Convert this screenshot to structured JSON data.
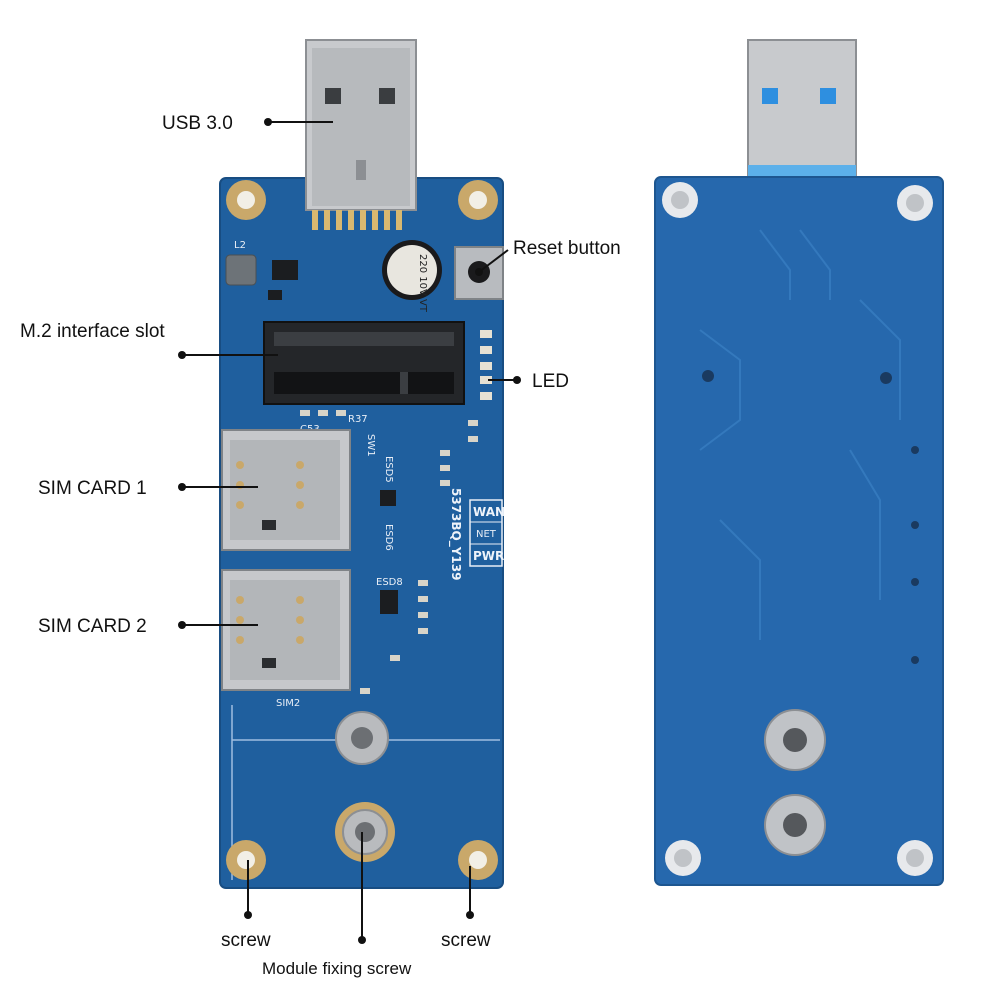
{
  "callouts": {
    "usb": "USB 3.0",
    "reset": "Reset button",
    "m2": "M.2 interface slot",
    "led": "LED",
    "sim1": "SIM CARD 1",
    "sim2": "SIM CARD 2",
    "screw_left": "screw",
    "screw_right": "screw",
    "module_screw": "Module fixing screw"
  },
  "silkscreen": {
    "wan": "WAN",
    "net": "NET",
    "pwr": "PWR",
    "code": "5373BQ_Y139",
    "sim2": "SIM2",
    "cap": "220 10V VT",
    "esd5": "ESD5",
    "esd6": "ESD6",
    "esd8": "ESD8",
    "sw1": "SW1",
    "r37": "R37",
    "c53": "C53",
    "l2": "L2"
  },
  "colors": {
    "pcb": "#1f5f9e",
    "pcb_back": "#2668ad",
    "pad_gold": "#c9a86a",
    "metal": "#c4c6c9",
    "usb_blue": "#2e8fe0",
    "label": "#111111"
  },
  "icons": {
    "usb_connector": "usb-a-plug-icon",
    "reset": "tact-switch-icon",
    "m2_slot": "m2-connector-icon",
    "sim_tray": "sim-socket-icon",
    "screw": "screw-hole-icon"
  }
}
